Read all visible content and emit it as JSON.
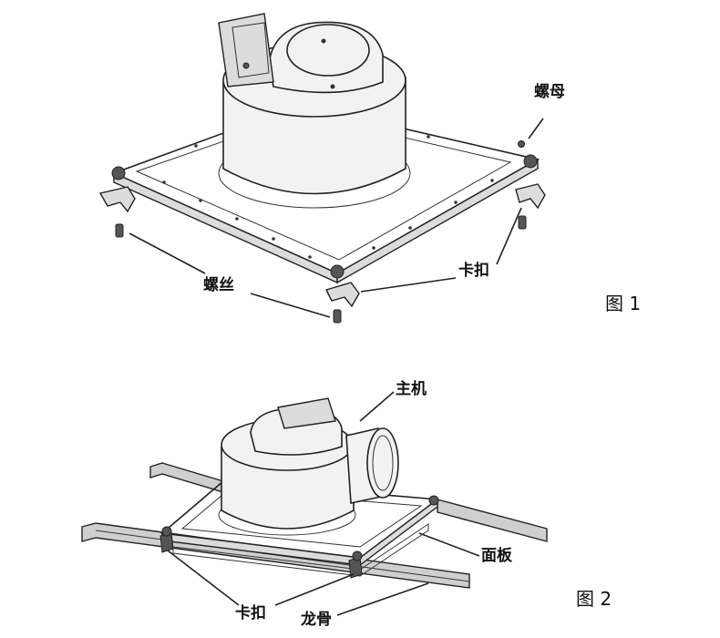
{
  "figure1": {
    "caption": "图 1",
    "labels": {
      "nut": "螺母",
      "screw": "螺丝",
      "clip": "卡扣"
    }
  },
  "figure2": {
    "caption": "图 2",
    "labels": {
      "main_unit": "主机",
      "panel": "面板",
      "clip": "卡扣",
      "keel": "龙骨"
    }
  }
}
